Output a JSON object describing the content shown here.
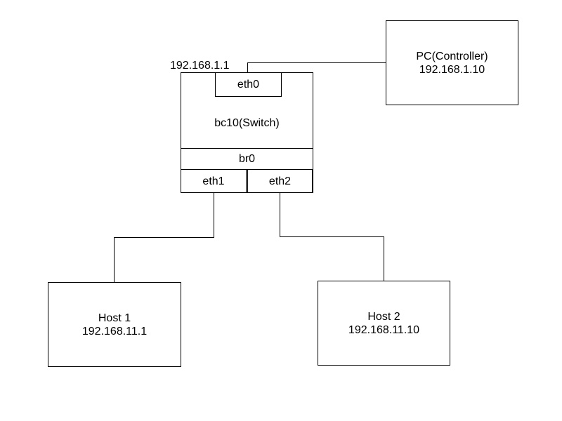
{
  "diagram": {
    "switch": {
      "name": "bc10(Switch)",
      "mgmt_ip": "192.168.1.1",
      "interfaces": {
        "eth0": "eth0",
        "bridge": "br0",
        "eth1": "eth1",
        "eth2": "eth2"
      }
    },
    "controller": {
      "name": "PC(Controller)",
      "ip": "192.168.1.10"
    },
    "hosts": [
      {
        "name": "Host 1",
        "ip": "192.168.11.1"
      },
      {
        "name": "Host 2",
        "ip": "192.168.11.10"
      }
    ],
    "links": [
      {
        "from": "eth0",
        "to": "PC(Controller)"
      },
      {
        "from": "eth1",
        "to": "Host 1"
      },
      {
        "from": "eth2",
        "to": "Host 2"
      }
    ]
  }
}
